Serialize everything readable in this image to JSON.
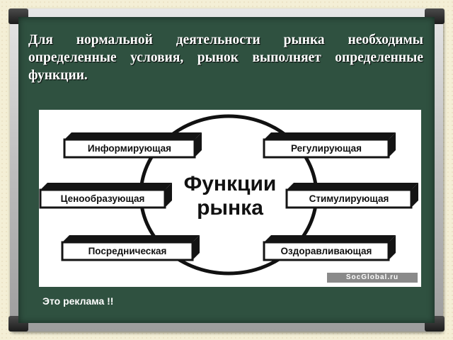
{
  "slide": {
    "heading": "Для нормальной деятельности рынка необходимы определенные условия, рынок  выполняет определенные функции."
  },
  "diagram": {
    "center_title_line1": "Функции",
    "center_title_line2": "рынка",
    "functions": [
      "Информирующая",
      "Регулирующая",
      "Ценообразующая",
      "Стимулирующая",
      "Посредническая",
      "Оздоравливающая"
    ],
    "watermark": "SocGlobal.ru"
  },
  "footer": {
    "ad_text": "Это реклама !!"
  },
  "colors": {
    "board": "#2f5140",
    "frame": "#bdbdbd",
    "background": "#f4efd6",
    "bar_face": "#ffffff",
    "bar_side": "#141414"
  }
}
